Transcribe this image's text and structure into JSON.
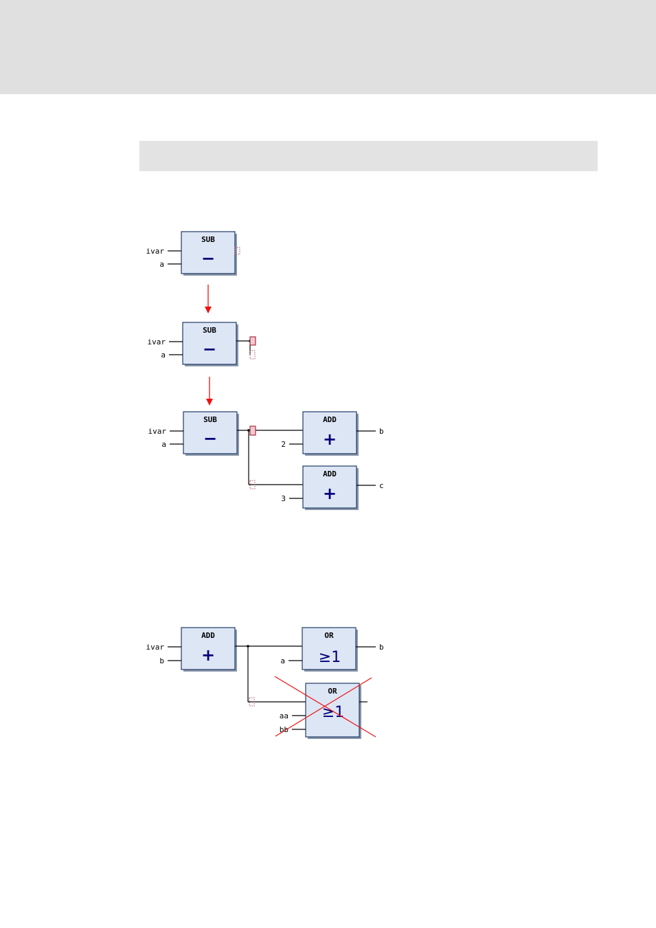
{
  "labels": {
    "ivar": "ivar",
    "a": "a",
    "b": "b",
    "c": "c",
    "aa": "aa",
    "bb": "bb",
    "two": "2",
    "three": "3",
    "sub": "SUB",
    "add": "ADD",
    "or": "OR",
    "minus": "−",
    "plus": "+",
    "ge1": "≥1"
  },
  "colors": {
    "block_fill": "#dde6f5",
    "block_border": "#1e3a64",
    "arrow": "#ee1111",
    "connector_selected": "#f4c8d0"
  },
  "icons": {
    "step_arrow": "red-down-arrow-icon",
    "invalid": "red-x-cross-icon"
  }
}
